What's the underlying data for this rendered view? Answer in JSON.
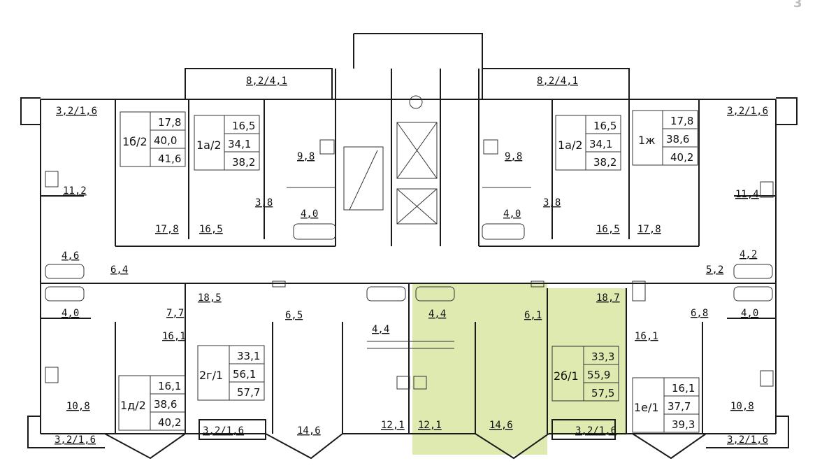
{
  "corner_number": "3",
  "colors": {
    "highlight": "#dfeab0",
    "wall": "#1a1a1a",
    "corner_text": "#bdbdbd"
  },
  "balconies": {
    "top_left": "8,2/4,1",
    "top_right": "8,2/4,1",
    "left_top": "3,2/1,6",
    "right_top": "3,2/1,6",
    "left_bottom": "3,2/1,6",
    "mid_bottom": "3,2/1,6",
    "hl_bottom": "3,2/1,6",
    "right_bottom": "3,2/1,6"
  },
  "units": [
    {
      "code": "1б/2",
      "living": "17,8",
      "total": "40,0",
      "full": "41,6"
    },
    {
      "code": "1а/2",
      "living": "16,5",
      "total": "34,1",
      "full": "38,2"
    },
    {
      "code": "1а/2",
      "living": "16,5",
      "total": "34,1",
      "full": "38,2"
    },
    {
      "code": "1ж",
      "living": "17,8",
      "total": "38,6",
      "full": "40,2"
    },
    {
      "code": "1д/2",
      "living": "16,1",
      "total": "38,6",
      "full": "40,2"
    },
    {
      "code": "2г/1",
      "living": "33,1",
      "total": "56,1",
      "full": "57,7"
    },
    {
      "code": "2б/1",
      "living": "33,3",
      "total": "55,9",
      "full": "57,5"
    },
    {
      "code": "1е/1",
      "living": "16,1",
      "total": "37,7",
      "full": "39,3"
    }
  ],
  "rooms": {
    "r01": "11,2",
    "r02": "4,6",
    "r03": "6,4",
    "r04": "17,8",
    "r05": "16,5",
    "r06": "9,8",
    "r07": "3,8",
    "r08": "4,0",
    "r09": "9,8",
    "r10": "4,0",
    "r11": "3,8",
    "r12": "16,5",
    "r13": "17,8",
    "r14": "11,4",
    "r15": "4,2",
    "r16": "5,2",
    "r17": "4,0",
    "r18": "7,7",
    "r19": "16,1",
    "r20": "10,8",
    "r21": "18,5",
    "r22": "6,5",
    "r23": "14,6",
    "r24": "12,1",
    "r25": "4,4",
    "r26": "4,4",
    "r27": "12,1",
    "r28": "6,1",
    "r29": "14,6",
    "r30": "18,7",
    "r31": "6,8",
    "r32": "4,0",
    "r33": "16,1",
    "r34": "10,8"
  }
}
